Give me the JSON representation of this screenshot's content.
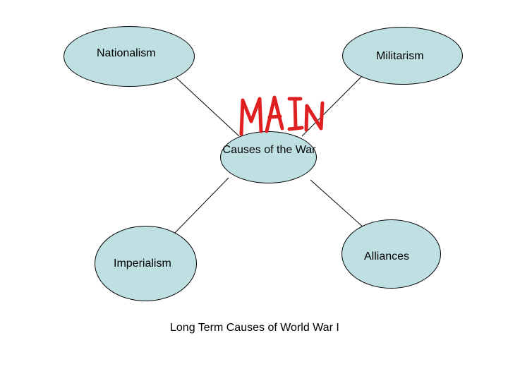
{
  "diagram": {
    "center": {
      "label": "Causes of the War",
      "color": "#bfe0e3"
    },
    "nodes": [
      {
        "id": "nationalism",
        "label": "Nationalism"
      },
      {
        "id": "militarism",
        "label": "Militarism"
      },
      {
        "id": "imperialism",
        "label": "Imperialism"
      },
      {
        "id": "alliances",
        "label": "Alliances"
      }
    ],
    "caption": "Long Term Causes of World War I",
    "handwritten_annotation": "MAIN",
    "annotation_color": "#e02020",
    "edge_color": "#000000"
  }
}
